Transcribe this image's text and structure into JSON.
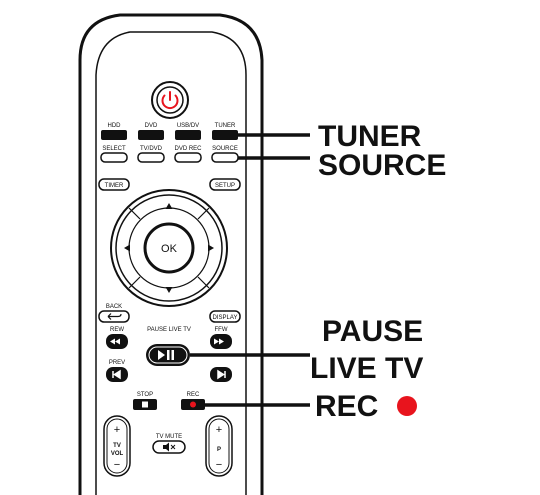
{
  "remote": {
    "buttons": {
      "hdd": "HDD",
      "dvd": "DVD",
      "usb_dv": "USB/DV",
      "tuner": "TUNER",
      "select": "SELECT",
      "tv_dvd": "TV/DVD",
      "dvd_rec": "DVD REC",
      "source": "SOURCE",
      "timer": "TIMER",
      "setup": "SETUP",
      "ok": "OK",
      "back": "BACK",
      "display": "DISPLAY",
      "rew": "REW",
      "pause_live_tv": "PAUSE LIVE TV",
      "ffw": "FFW",
      "prev": "PREV",
      "next_label": "",
      "stop": "STOP",
      "rec": "REC",
      "tv_mute": "TV MUTE",
      "tv_vol_tv": "TV",
      "tv_vol_vol": "VOL",
      "p_label": "P",
      "plus": "+",
      "minus": "−"
    }
  },
  "callouts": {
    "tuner": "TUNER",
    "source": "SOURCE",
    "pause_line1": "PAUSE",
    "pause_line2": "LIVE TV",
    "rec": "REC"
  },
  "colors": {
    "rec_dot": "#e8141d",
    "power_ring": "#e8141d",
    "body_outline": "#111111"
  }
}
